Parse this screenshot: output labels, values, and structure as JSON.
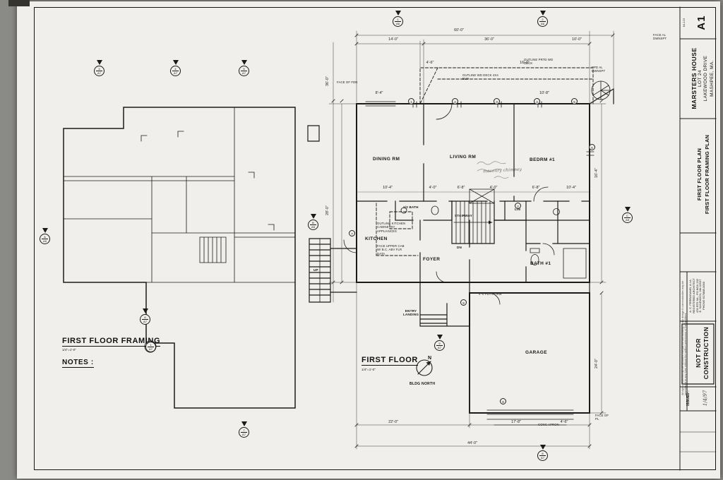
{
  "titleblock": {
    "file_no": "84-123",
    "sheet_no": "A1",
    "project_line1": "MARSTERS HOUSE",
    "project_line2": "LOT 24",
    "project_line3": "LAKEWOOD DRIVE",
    "project_line4": "MASHPEE, MA.",
    "title_line1": "FIRST FLOOR PLAN",
    "title_line2": "FIRST FLOOR FRAMING PLAN",
    "architect_line1": "A. C. FERRAGAMO, A.I.A.",
    "architect_line2": "REGISTERED ARCHITECT",
    "architect_line3": "478 RTE 6A - PO BOX 202",
    "architect_line4": "E. SANDWICH, MA 02537",
    "architect_line5": "PHONE 617/888-0000",
    "copyright": "All rights reserved by the architect. No part of this drawing or the design it communicates may be reproduced in any form without the written permission of the architect.",
    "stamp": "NOT FOR CONSTRUCTION",
    "issued_label": "ISSUED :",
    "issued_value": "1/4/97"
  },
  "left_plan": {
    "title": "FIRST FLOOR FRAMING",
    "scale": "1/4\"=1'-0\"",
    "notes": "NOTES :"
  },
  "right_plan": {
    "title": "FIRST FLOOR",
    "scale": "1/4\"=1'-0\"",
    "north": "BLDG NORTH",
    "north_letter": "N"
  },
  "rooms": [
    {
      "t": "DINING RM"
    },
    {
      "t": "LIVING RM"
    },
    {
      "t": "BEDRM #1"
    },
    {
      "t": "KITCHEN"
    },
    {
      "t": "FOYER"
    },
    {
      "t": "STAIRWAY"
    },
    {
      "t": "1/2 BATH"
    },
    {
      "t": "BATH #1"
    },
    {
      "t": "LIN"
    },
    {
      "t": "GARAGE"
    },
    {
      "t": "ENTRY LANDING"
    },
    {
      "t": "DN"
    },
    {
      "t": "UP"
    }
  ],
  "annotations": [
    {
      "t": "OUTLINE PRTD WD DECK"
    },
    {
      "t": "OUTLINE WD DECK 4X4 BLW"
    },
    {
      "t": "FACE OF FDN"
    },
    {
      "t": "PPD AL DWNSPT"
    },
    {
      "t": "OUTLINE KITCHEN CABINETRY APPLIANCES"
    },
    {
      "t": "FACE UPPER CAB W/ B.C. ABV FLR DATA"
    },
    {
      "t": "4'-0 PLATFORM"
    },
    {
      "t": "CONC APRON"
    },
    {
      "t": "FACE OF PL"
    },
    {
      "t": "masonry chimney"
    },
    {
      "t": "FACE AL DWNSPT"
    }
  ],
  "dims": [
    {
      "t": "60'-0\""
    },
    {
      "t": "14'-0\""
    },
    {
      "t": "36'-0\""
    },
    {
      "t": "10'-0\""
    },
    {
      "t": "4'-6\""
    },
    {
      "t": "16'-0\""
    },
    {
      "t": "8'-4\""
    },
    {
      "t": "10'-8\""
    },
    {
      "t": "10'-4\""
    },
    {
      "t": "4'-0\""
    },
    {
      "t": "6'-8\""
    },
    {
      "t": "4'-0\""
    },
    {
      "t": "6'-8\""
    },
    {
      "t": "10'-4\""
    },
    {
      "t": "22'-0\""
    },
    {
      "t": "17'-8\""
    },
    {
      "t": "4'-6\""
    },
    {
      "t": "44'-0\""
    }
  ],
  "vdims": [
    {
      "t": "36'-0\""
    },
    {
      "t": "28'-0\""
    },
    {
      "t": "16'-4\""
    },
    {
      "t": "24'-0\""
    }
  ],
  "tags": [
    {
      "t": "1"
    },
    {
      "t": "2"
    },
    {
      "t": "3"
    },
    {
      "t": "4"
    },
    {
      "t": "5"
    },
    {
      "t": "6"
    },
    {
      "t": "7"
    },
    {
      "t": "8"
    },
    {
      "t": "9"
    },
    {
      "t": "2"
    }
  ],
  "markers": [
    {
      "num": "1",
      "sheet": "A6"
    },
    {
      "num": "2",
      "sheet": "A6"
    },
    {
      "num": "3",
      "sheet": "A7"
    },
    {
      "num": "4",
      "sheet": "A7"
    },
    {
      "num": "5",
      "sheet": "A7"
    },
    {
      "num": "A",
      "sheet": "A5"
    },
    {
      "num": "B",
      "sheet": "A5"
    },
    {
      "num": "6",
      "sheet": "A7"
    },
    {
      "num": "7",
      "sheet": "A7"
    },
    {
      "num": "8",
      "sheet": "A7"
    },
    {
      "num": "C",
      "sheet": "A5"
    },
    {
      "num": "9",
      "sheet": "A7"
    },
    {
      "num": "1",
      "sheet": "A7"
    }
  ]
}
